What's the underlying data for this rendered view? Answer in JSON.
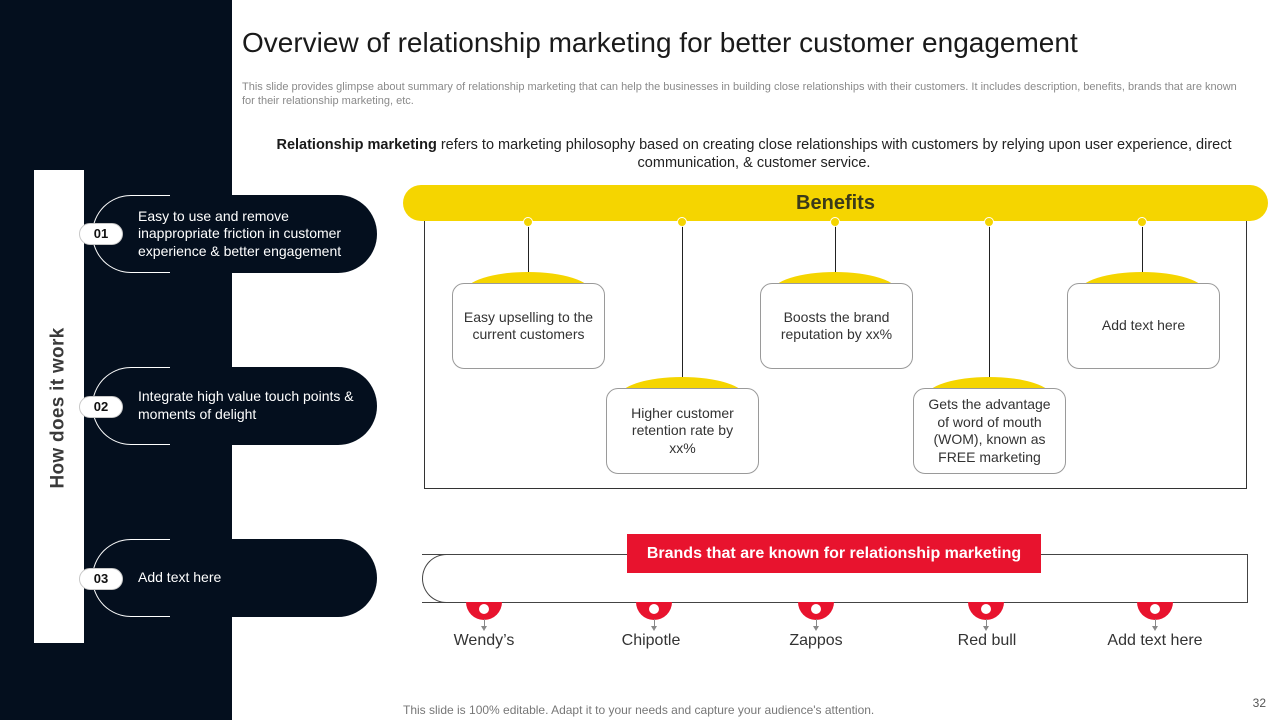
{
  "title": "Overview of relationship marketing for better customer engagement",
  "subtitle": "This slide provides glimpse about summary of relationship marketing that can help the businesses in building close relationships with their customers. It includes description, benefits, brands that are known for their relationship marketing, etc.",
  "definition": {
    "term": "Relationship marketing",
    "text": " refers to marketing philosophy based on creating close relationships with customers by relying upon user experience, direct communication, & customer service."
  },
  "sidebar": {
    "label": "How does it work",
    "steps": [
      {
        "num": "01",
        "text": "Easy to use and remove inappropriate friction in customer experience & better engagement"
      },
      {
        "num": "02",
        "text": "Integrate high value touch points & moments of delight"
      },
      {
        "num": "03",
        "text": "Add text here"
      }
    ]
  },
  "benefits": {
    "header": "Benefits",
    "items": [
      "Easy upselling to the current customers",
      "Higher customer retention rate by xx%",
      "Boosts the brand reputation by xx%",
      "Gets the advantage of word of mouth (WOM), known as FREE marketing",
      "Add text here"
    ]
  },
  "brands": {
    "header": "Brands that are known for relationship marketing",
    "items": [
      "Wendy’s",
      "Chipotle",
      "Zappos",
      "Red bull",
      "Add text here"
    ]
  },
  "footer": "This slide is 100% editable. Adapt it to your needs and capture your audience's attention.",
  "page_number": "32",
  "colors": {
    "accent_yellow": "#f5d500",
    "accent_red": "#e8132e",
    "dark_navy": "#040f1e"
  }
}
